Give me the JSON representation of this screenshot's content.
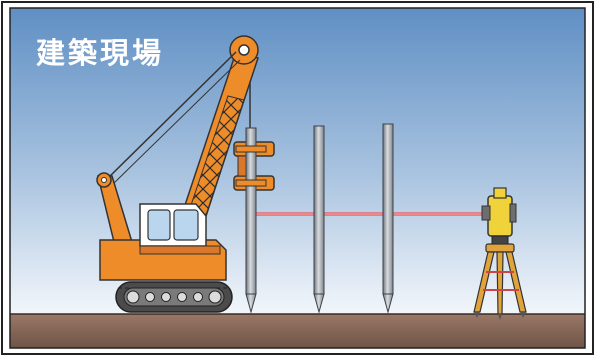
{
  "title": "建築現場",
  "colors": {
    "sky_top": "#5f8fc4",
    "sky_bottom": "#f2f6fb",
    "ground": "#8a6a58",
    "crane_orange": "#ee8c2a",
    "pile_gray": "#a8afb6",
    "laser_red": "#e63b3b",
    "instrument_yellow": "#f0d23a"
  },
  "objects": [
    "crawler-crane",
    "steel-pile",
    "steel-pile",
    "steel-pile",
    "laser-beam",
    "surveying-instrument",
    "tripod"
  ]
}
